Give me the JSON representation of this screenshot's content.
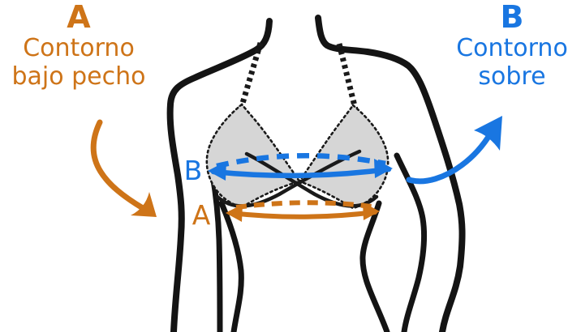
{
  "diagram": {
    "under_bust": {
      "letter": "A",
      "line1": "Contorno",
      "line2": "bajo pecho",
      "arrow_label": "A",
      "color": "#CE7418"
    },
    "over_bust": {
      "letter": "B",
      "line1": "Contorno",
      "line2": "sobre",
      "arrow_label": "B",
      "color": "#1976E1"
    },
    "colors": {
      "outline": "#141414",
      "cup_fill": "#D6D6D6",
      "background": "#FFFFFF"
    }
  }
}
